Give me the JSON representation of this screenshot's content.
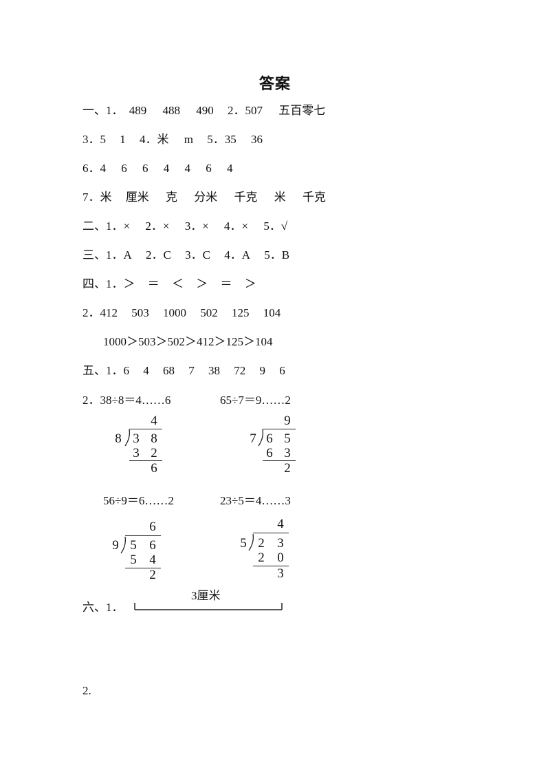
{
  "title": "答案",
  "lines": {
    "l1": {
      "lead": "一、1．",
      "a": "489",
      "b": "488",
      "c": "490",
      "d": "2．507",
      "e": "五百零七"
    },
    "l2": {
      "lead": "3．5",
      "a": "1",
      "b": "4．米",
      "c": "m",
      "d": "5．35",
      "e": "36"
    },
    "l3": {
      "lead": "6．4",
      "a": "6",
      "b": "6",
      "c": "4",
      "d": "4",
      "e": "6",
      "f": "4"
    },
    "l4": {
      "lead": "7．米",
      "a": "厘米",
      "b": "克",
      "c": "分米",
      "d": "千克",
      "e": "米",
      "f": "千克"
    },
    "l5": {
      "lead": "二、1．×",
      "a": "2．×",
      "b": "3．×",
      "c": "4．×",
      "d": "5．√"
    },
    "l6": {
      "lead": "三、1．A",
      "a": "2．C",
      "b": "3．C",
      "c": "4．A",
      "d": "5．B"
    },
    "l7": {
      "lead": "四、1．＞",
      "a": "＝",
      "b": "＜",
      "c": "＞",
      "d": "＝",
      "e": "＞"
    },
    "l8": {
      "lead": "2．412",
      "a": "503",
      "b": "1000",
      "c": "502",
      "d": "125",
      "e": "104"
    },
    "l9": {
      "lead": "1000＞503＞502＞412＞125＞104"
    },
    "l10": {
      "lead": "五、1．6",
      "a": "4",
      "b": "68",
      "c": "7",
      "d": "38",
      "e": "72",
      "f": "9",
      "g": "6"
    },
    "l11": {
      "a": "2．38÷8＝4……6",
      "b": "65÷7＝9……2"
    },
    "l12": {
      "a": "56÷9＝6……2",
      "b": "23÷5＝4……3"
    },
    "l13": {
      "lead": "六、1．"
    },
    "l14": {
      "lead": "2."
    }
  },
  "divisions": [
    {
      "divisor": "8",
      "quotient": "4",
      "dividend": [
        "3",
        "8"
      ],
      "product": [
        "3",
        "2"
      ],
      "remainder": "6"
    },
    {
      "divisor": "7",
      "quotient": "9",
      "dividend": [
        "6",
        "5"
      ],
      "product": [
        "6",
        "3"
      ],
      "remainder": "2"
    },
    {
      "divisor": "9",
      "quotient": "6",
      "dividend": [
        "5",
        "6"
      ],
      "product": [
        "5",
        "4"
      ],
      "remainder": "2"
    },
    {
      "divisor": "5",
      "quotient": "4",
      "dividend": [
        "2",
        "3"
      ],
      "product": [
        "2",
        "0"
      ],
      "remainder": "3"
    }
  ],
  "segment": {
    "label": "3厘米"
  }
}
